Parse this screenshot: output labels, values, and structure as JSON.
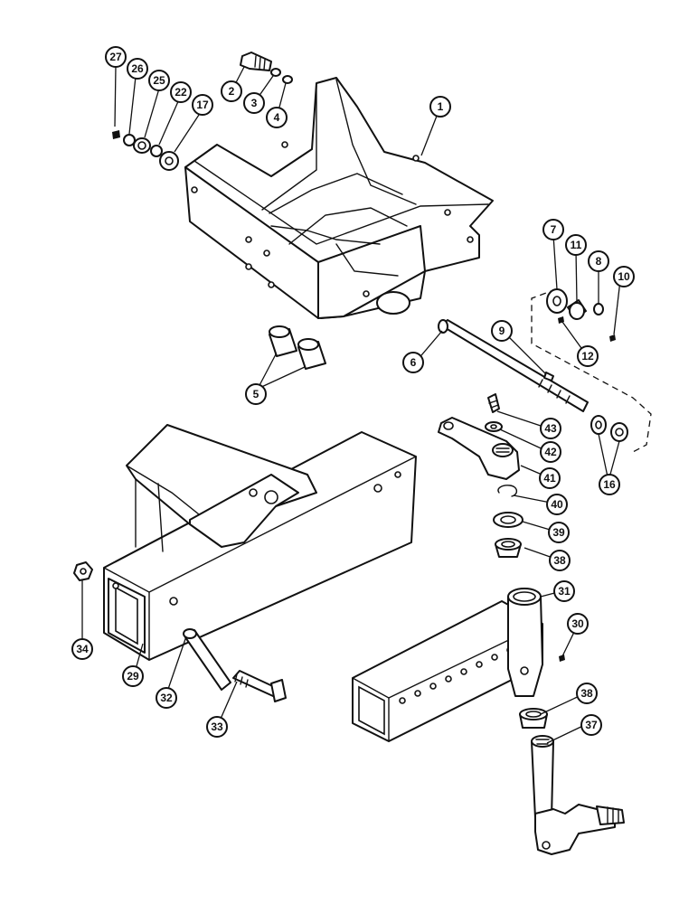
{
  "callouts": [
    {
      "label": "1"
    },
    {
      "label": "2"
    },
    {
      "label": "3"
    },
    {
      "label": "4"
    },
    {
      "label": "27"
    },
    {
      "label": "26"
    },
    {
      "label": "25"
    },
    {
      "label": "22"
    },
    {
      "label": "17"
    },
    {
      "label": "7"
    },
    {
      "label": "11"
    },
    {
      "label": "8"
    },
    {
      "label": "10"
    },
    {
      "label": "9"
    },
    {
      "label": "12"
    },
    {
      "label": "6"
    },
    {
      "label": "5"
    },
    {
      "label": "43"
    },
    {
      "label": "42"
    },
    {
      "label": "41"
    },
    {
      "label": "16"
    },
    {
      "label": "40"
    },
    {
      "label": "39"
    },
    {
      "label": "38"
    },
    {
      "label": "31"
    },
    {
      "label": "30"
    },
    {
      "label": "34"
    },
    {
      "label": "29"
    },
    {
      "label": "32"
    },
    {
      "label": "33"
    },
    {
      "label": "38"
    },
    {
      "label": "37"
    }
  ]
}
